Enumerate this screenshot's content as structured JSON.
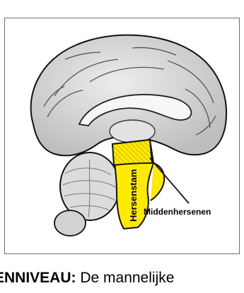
{
  "figure": {
    "labels": {
      "brainstem": "Hersenstam",
      "midbrain": "Middenhersenen"
    },
    "colors": {
      "highlight": "#ffea00",
      "outline": "#111111",
      "tissue": "#d9d9d9"
    }
  },
  "caption": {
    "heading": "ENNIVEAU:",
    "text": " De mannelijke"
  }
}
